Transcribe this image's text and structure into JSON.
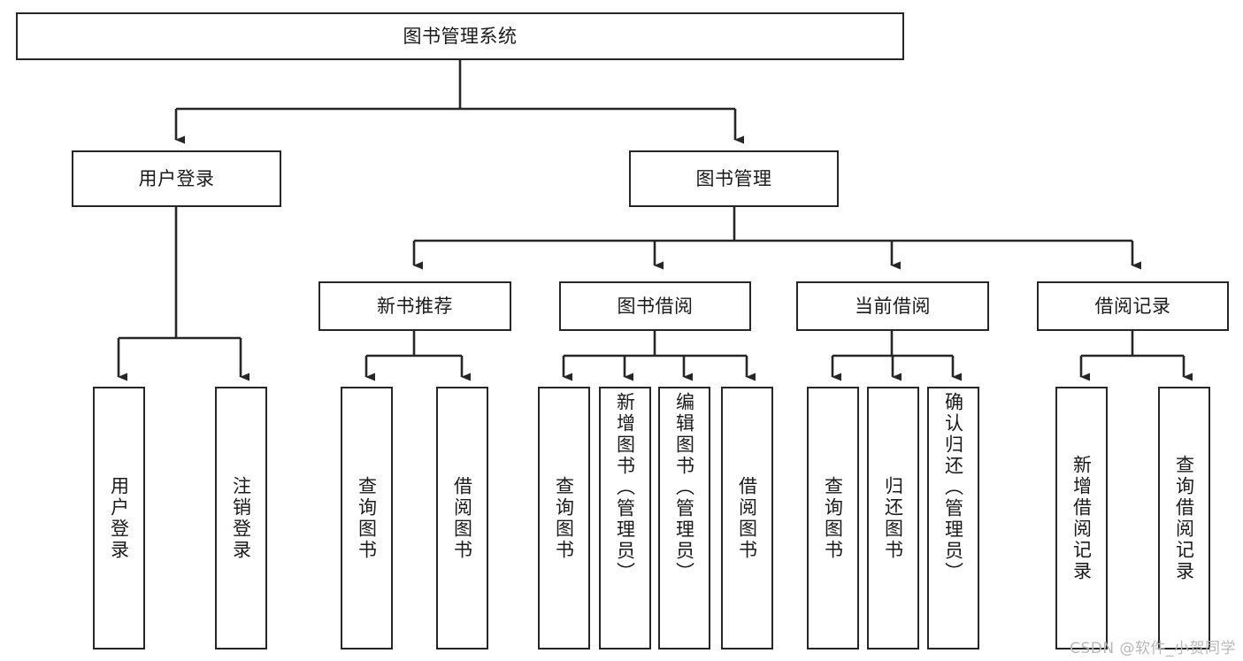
{
  "diagram": {
    "title": "图书管理系统",
    "type": "tree-hierarchy",
    "watermark": "CSDN @软件_小贺同学",
    "colors": {
      "box_border": "#262626",
      "box_fill": "#ffffff",
      "connector": "#262626",
      "text": "#1a1a1a",
      "watermark": "#b9b9b9"
    },
    "nodes": {
      "root": {
        "label": "图书管理系统"
      },
      "level2": [
        {
          "id": "user-login",
          "label": "用户登录"
        },
        {
          "id": "book-management",
          "label": "图书管理"
        }
      ],
      "level3": [
        {
          "id": "new-book-recommend",
          "label": "新书推荐"
        },
        {
          "id": "book-borrow",
          "label": "图书借阅"
        },
        {
          "id": "current-borrow",
          "label": "当前借阅"
        },
        {
          "id": "borrow-record",
          "label": "借阅记录"
        }
      ],
      "leaves": {
        "user_login": [
          {
            "id": "leaf-user-login",
            "label": "用户登录"
          },
          {
            "id": "leaf-logout-login",
            "label": "注销登录"
          }
        ],
        "new_book_recommend": [
          {
            "id": "leaf-query-book-1",
            "label": "查询图书"
          },
          {
            "id": "leaf-borrow-book-1",
            "label": "借阅图书"
          }
        ],
        "book_borrow": [
          {
            "id": "leaf-query-book-2",
            "label": "查询图书"
          },
          {
            "id": "leaf-add-book-admin",
            "label": "新增图书（管理员）"
          },
          {
            "id": "leaf-edit-book-admin",
            "label": "编辑图书（管理员）"
          },
          {
            "id": "leaf-borrow-book-2",
            "label": "借阅图书"
          }
        ],
        "current_borrow": [
          {
            "id": "leaf-query-book-3",
            "label": "查询图书"
          },
          {
            "id": "leaf-return-book",
            "label": "归还图书"
          },
          {
            "id": "leaf-confirm-return-admin",
            "label": "确认归还（管理员）"
          }
        ],
        "borrow_record": [
          {
            "id": "leaf-add-borrow-record",
            "label": "新增借阅记录"
          },
          {
            "id": "leaf-query-borrow-record",
            "label": "查询借阅记录"
          }
        ]
      }
    }
  }
}
